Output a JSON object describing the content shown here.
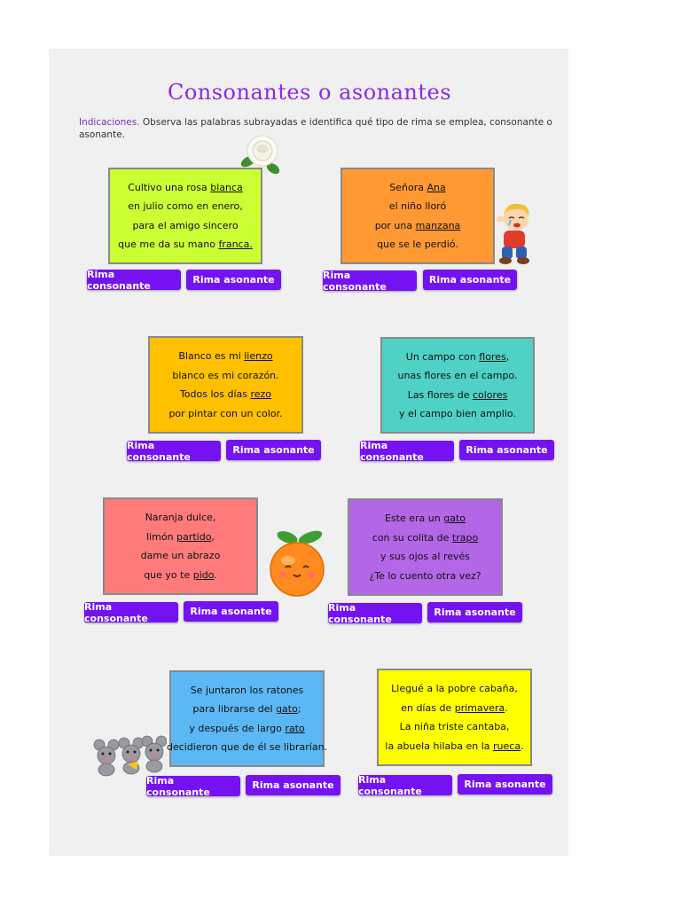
{
  "title": "Consonantes o asonantes",
  "instructions": {
    "lead": "Indicaciones.",
    "text": " Observa las palabras subrayadas e identifica qué tipo de rima se emplea, consonante o asonante."
  },
  "buttons": {
    "consonante": "Rima consonante",
    "asonante": "Rima asonante"
  },
  "poems": [
    {
      "color": "#ccff33",
      "lines": [
        [
          {
            "t": "Cultivo una rosa "
          },
          {
            "t": "blanca",
            "u": true
          }
        ],
        [
          {
            "t": "en julio como en enero,"
          }
        ],
        [
          {
            "t": "para el amigo sincero"
          }
        ],
        [
          {
            "t": "que me da su mano "
          },
          {
            "t": "franca.",
            "u": true
          }
        ]
      ]
    },
    {
      "color": "#ff9933",
      "lines": [
        [
          {
            "t": "Señora "
          },
          {
            "t": "Ana",
            "u": true
          }
        ],
        [
          {
            "t": "el niño lloró"
          }
        ],
        [
          {
            "t": "por una "
          },
          {
            "t": "manzana",
            "u": true
          }
        ],
        [
          {
            "t": "que se le perdió."
          }
        ]
      ]
    },
    {
      "color": "#ffc000",
      "lines": [
        [
          {
            "t": "Blanco es mi "
          },
          {
            "t": "lienzo",
            "u": true
          }
        ],
        [
          {
            "t": "blanco es mi corazón."
          }
        ],
        [
          {
            "t": "Todos los días "
          },
          {
            "t": "rezo",
            "u": true
          }
        ],
        [
          {
            "t": "por pintar con un color."
          }
        ]
      ]
    },
    {
      "color": "#4fd1c5",
      "lines": [
        [
          {
            "t": "Un campo con "
          },
          {
            "t": "flores",
            "u": true
          },
          {
            "t": ","
          }
        ],
        [
          {
            "t": "unas flores en el campo."
          }
        ],
        [
          {
            "t": "Las flores de "
          },
          {
            "t": "colores",
            "u": true
          }
        ],
        [
          {
            "t": "y el campo bien amplio."
          }
        ]
      ]
    },
    {
      "color": "#ff7b7b",
      "lines": [
        [
          {
            "t": "Naranja dulce,"
          }
        ],
        [
          {
            "t": "limón "
          },
          {
            "t": "partido",
            "u": true
          },
          {
            "t": ","
          }
        ],
        [
          {
            "t": "dame un abrazo"
          }
        ],
        [
          {
            "t": "que yo te "
          },
          {
            "t": "pido",
            "u": true
          },
          {
            "t": "."
          }
        ]
      ]
    },
    {
      "color": "#b366e6",
      "lines": [
        [
          {
            "t": "Este era un "
          },
          {
            "t": "gato",
            "u": true
          }
        ],
        [
          {
            "t": "con su colita de "
          },
          {
            "t": "trapo",
            "u": true
          }
        ],
        [
          {
            "t": "y sus ojos al revés"
          }
        ],
        [
          {
            "t": "¿Te lo cuento otra vez?"
          }
        ]
      ]
    },
    {
      "color": "#5bb8f5",
      "lines": [
        [
          {
            "t": "Se juntaron los ratones"
          }
        ],
        [
          {
            "t": "para librarse del "
          },
          {
            "t": "gato",
            "u": true
          },
          {
            "t": ";"
          }
        ],
        [
          {
            "t": "y después de largo "
          },
          {
            "t": "rato",
            "u": true
          }
        ],
        [
          {
            "t": "decidieron que de él se librarían."
          }
        ]
      ]
    },
    {
      "color": "#ffff00",
      "lines": [
        [
          {
            "t": "Llegué a la pobre cabaña,"
          }
        ],
        [
          {
            "t": "en días de "
          },
          {
            "t": "primavera",
            "u": true
          },
          {
            "t": "."
          }
        ],
        [
          {
            "t": "La niña triste cantaba,"
          }
        ],
        [
          {
            "t": "la abuela hilaba en la "
          },
          {
            "t": "rueca",
            "u": true
          },
          {
            "t": "."
          }
        ]
      ]
    }
  ]
}
